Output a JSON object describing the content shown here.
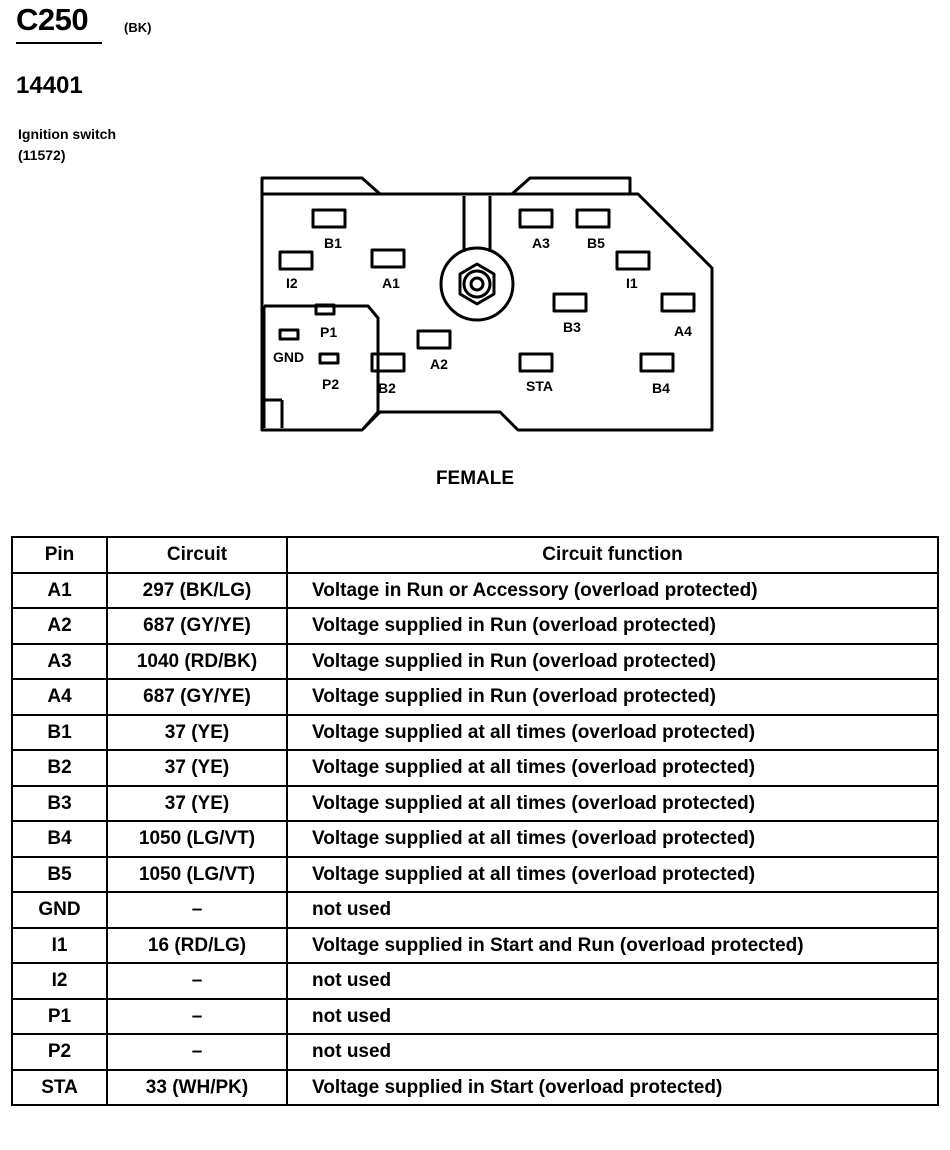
{
  "header": {
    "connector_id": "C250",
    "connector_color": "(BK)",
    "part_number": "14401",
    "component_name": "Ignition switch",
    "component_number": "(11572)"
  },
  "diagram": {
    "view": "FEMALE",
    "pin_labels": {
      "B1": "B1",
      "I2": "I2",
      "A1": "A1",
      "P1": "P1",
      "GND": "GND",
      "P2": "P2",
      "B2": "B2",
      "A2": "A2",
      "A3": "A3",
      "B5": "B5",
      "I1": "I1",
      "B3": "B3",
      "A4": "A4",
      "STA": "STA",
      "B4": "B4"
    }
  },
  "pin_table": {
    "headers": [
      "Pin",
      "Circuit",
      "Circuit function"
    ],
    "rows": [
      {
        "pin": "A1",
        "circuit": "297 (BK/LG)",
        "function": "Voltage in Run or Accessory (overload protected)"
      },
      {
        "pin": "A2",
        "circuit": "687 (GY/YE)",
        "function": "Voltage supplied in Run (overload protected)"
      },
      {
        "pin": "A3",
        "circuit": "1040 (RD/BK)",
        "function": "Voltage supplied in Run (overload protected)"
      },
      {
        "pin": "A4",
        "circuit": "687 (GY/YE)",
        "function": "Voltage supplied in Run (overload protected)"
      },
      {
        "pin": "B1",
        "circuit": "37 (YE)",
        "function": "Voltage supplied at all times (overload protected)"
      },
      {
        "pin": "B2",
        "circuit": "37 (YE)",
        "function": "Voltage supplied at all times (overload protected)"
      },
      {
        "pin": "B3",
        "circuit": "37 (YE)",
        "function": "Voltage supplied at all times (overload protected)"
      },
      {
        "pin": "B4",
        "circuit": "1050 (LG/VT)",
        "function": "Voltage supplied at all times (overload protected)"
      },
      {
        "pin": "B5",
        "circuit": "1050 (LG/VT)",
        "function": "Voltage supplied at all times (overload protected)"
      },
      {
        "pin": "GND",
        "circuit": "–",
        "function": "not used"
      },
      {
        "pin": "I1",
        "circuit": "16 (RD/LG)",
        "function": "Voltage supplied in Start and Run (overload protected)"
      },
      {
        "pin": "I2",
        "circuit": "–",
        "function": "not used"
      },
      {
        "pin": "P1",
        "circuit": "–",
        "function": "not used"
      },
      {
        "pin": "P2",
        "circuit": "–",
        "function": "not used"
      },
      {
        "pin": "STA",
        "circuit": "33 (WH/PK)",
        "function": "Voltage supplied in Start (overload protected)"
      }
    ]
  }
}
